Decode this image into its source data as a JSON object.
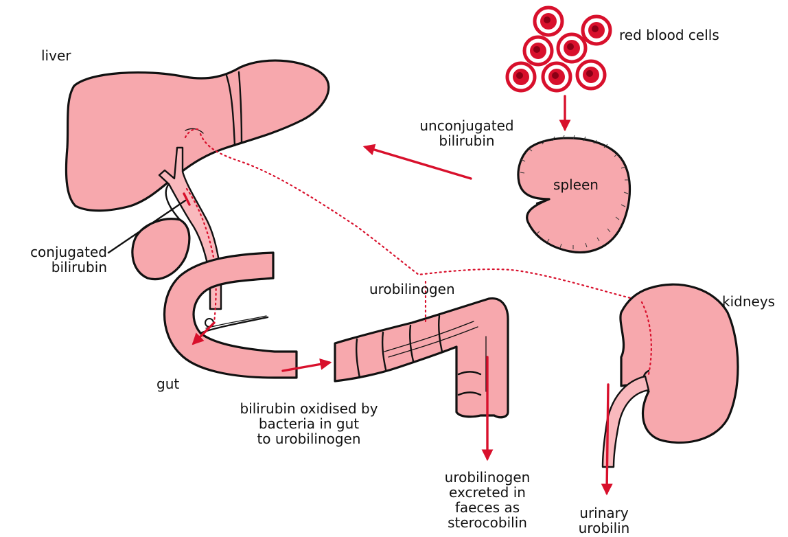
{
  "labels": {
    "liver": "liver",
    "red_blood_cells": "red blood cells",
    "unconjugated_line1": "unconjugated",
    "unconjugated_line2": "bilirubin",
    "spleen": "spleen",
    "conjugated_line1": "conjugated",
    "conjugated_line2": "bilirubin",
    "urobilinogen": "urobilinogen",
    "kidneys": "kidneys",
    "gut": "gut",
    "oxidised_line1": "bilirubin oxidised by",
    "oxidised_line2": "bacteria in gut",
    "oxidised_line3": "to urobilinogen",
    "excreted_line1": "urobilinogen",
    "excreted_line2": "excreted in",
    "excreted_line3": "faeces as",
    "excreted_line4": "sterocobilin",
    "urinary_line1": "urinary",
    "urinary_line2": "urobilin"
  },
  "colors": {
    "organ_fill": "#f7a8ad",
    "arrow_red": "#d8102c",
    "outline": "#111111"
  }
}
